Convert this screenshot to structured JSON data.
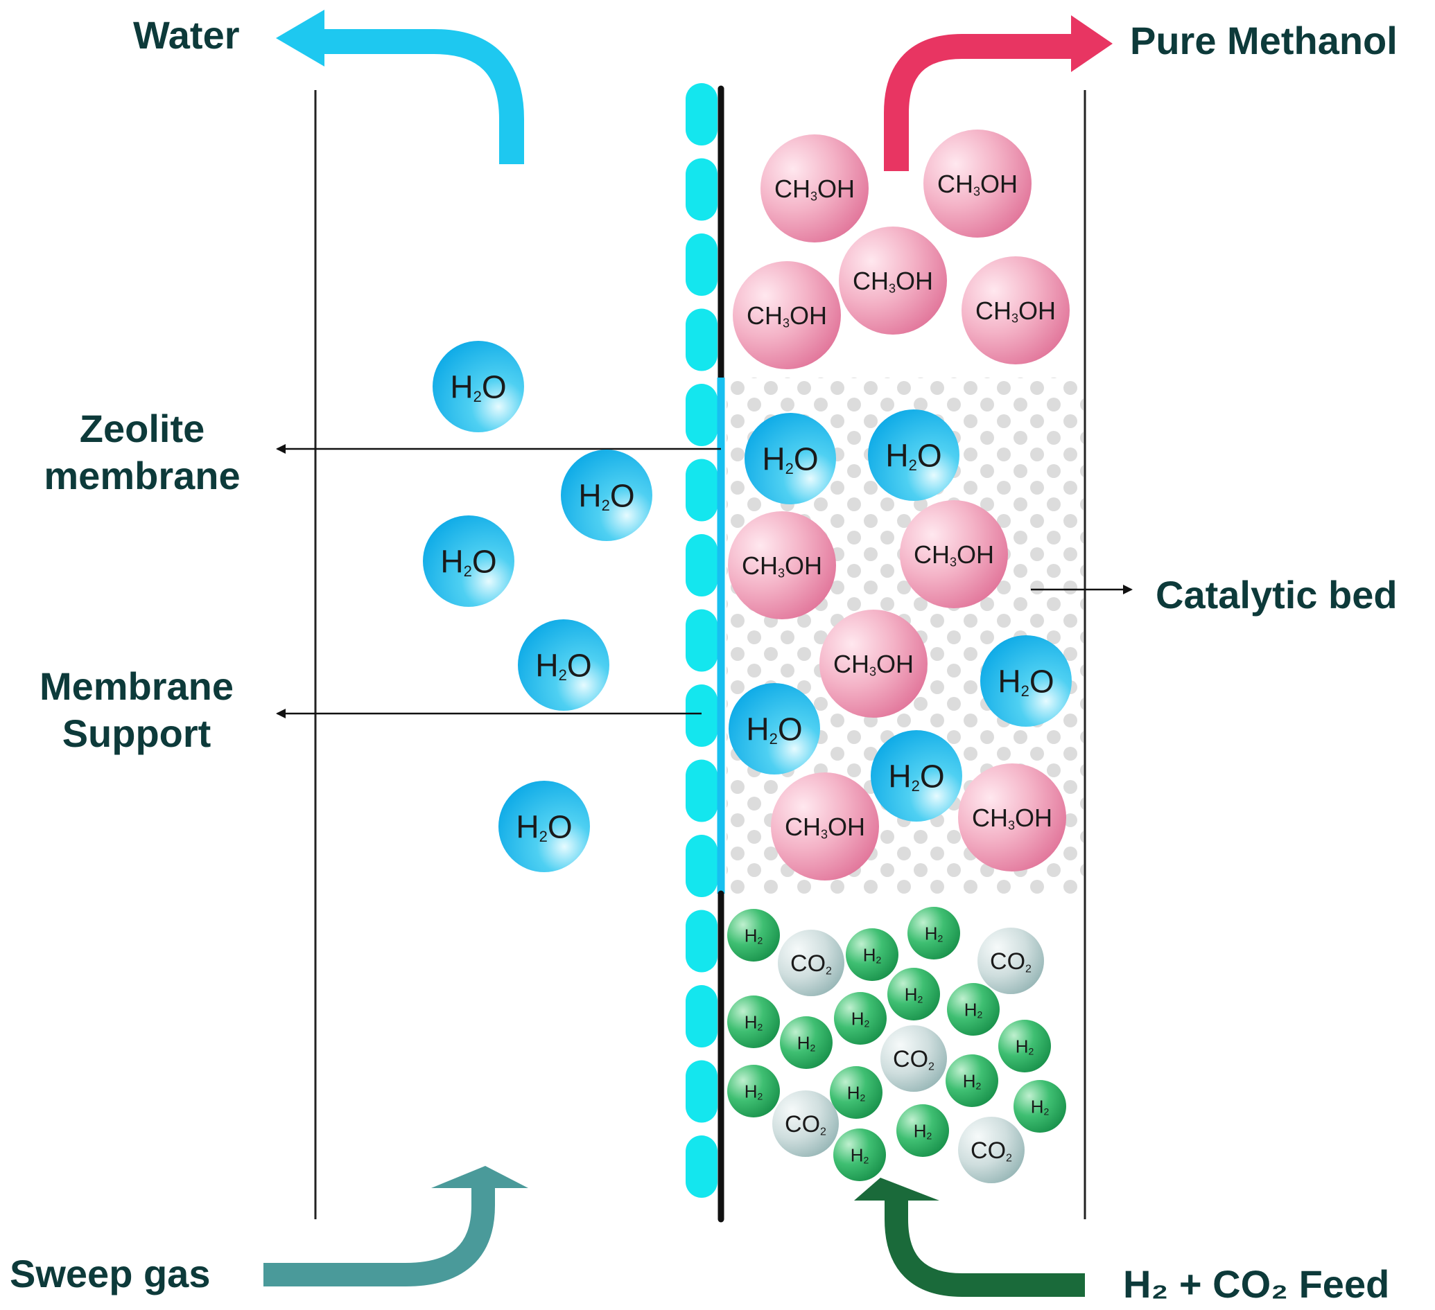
{
  "labels": {
    "water": "Water",
    "pure_methanol": "Pure Methanol",
    "zeolite_line1": "Zeolite",
    "zeolite_line2": "membrane",
    "support_line1": "Membrane",
    "support_line2": "Support",
    "catalytic_bed": "Catalytic bed",
    "sweep_gas": "Sweep gas",
    "feed": "H₂ + CO₂ Feed"
  },
  "molecules": {
    "water": {
      "main": "H",
      "sub": "2",
      "tail": "O"
    },
    "methanol": {
      "main": "CH",
      "sub": "3",
      "tail": "OH"
    },
    "hydrogen": {
      "main": "H",
      "sub": "2"
    },
    "co2": {
      "main": "CO",
      "sub": "2"
    }
  },
  "colors": {
    "label_text": "#0d3a3a",
    "water_arrow": "#1ec8f0",
    "methanol_arrow": "#e83562",
    "sweep_arrow": "#4a9a9a",
    "feed_arrow": "#1a6a3a",
    "membrane_dots": "#14e6ee",
    "membrane_coating": "#18c0f0",
    "water_molecule": "#1bb6ee",
    "methanol_molecule": "#e77fa0",
    "hydrogen_molecule": "#1e9a52",
    "co2_molecule": "#9fbcbc",
    "catalyst_dots": "#d8d8d8"
  }
}
